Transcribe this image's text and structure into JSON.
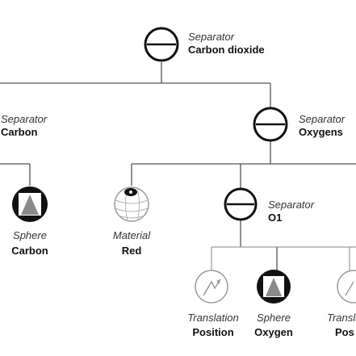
{
  "nodes": {
    "root": {
      "type": "Separator",
      "name": "Carbon dioxide",
      "icon": "separator-icon"
    },
    "carbon": {
      "type": "Separator",
      "name": "Carbon",
      "icon": "separator-icon"
    },
    "oxygens": {
      "type": "Separator",
      "name": "Oxygens",
      "icon": "separator-icon"
    },
    "sphere_carbon": {
      "type": "Sphere",
      "name": "Carbon",
      "icon": "sphere-icon"
    },
    "material_red": {
      "type": "Material",
      "name": "Red",
      "icon": "material-ball-icon"
    },
    "o1": {
      "type": "Separator",
      "name": "O1",
      "icon": "separator-icon"
    },
    "translation_1": {
      "type": "Translation",
      "name": "Position",
      "icon": "translation-icon"
    },
    "sphere_oxygen": {
      "type": "Sphere",
      "name": "Oxygen",
      "icon": "sphere-icon"
    },
    "translation_2": {
      "type": "Transla",
      "name": "Pos",
      "icon": "translation-icon"
    }
  },
  "colors": {
    "line": "#555555",
    "icon_fill": "#111111",
    "icon_gray": "#9a9a9a"
  }
}
